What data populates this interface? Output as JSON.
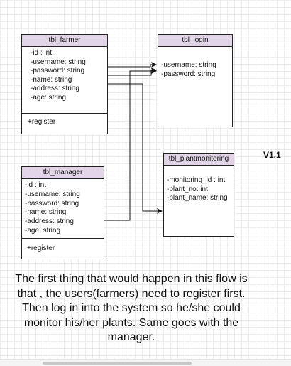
{
  "classes": {
    "farmer": {
      "title": "tbl_farmer",
      "attributes": [
        "-id : int",
        "-username: string",
        "-password: string",
        "-name: string",
        "-address: string",
        "-age: string"
      ],
      "operation": "+register"
    },
    "login": {
      "title": "tbl_login",
      "attributes": [
        "-username: string",
        "-password: string"
      ]
    },
    "monitoring": {
      "title": "tbl_plantmonitoring",
      "attributes": [
        "-monitoring_id : int",
        "-plant_no: int",
        "-plant_name: string"
      ]
    },
    "manager": {
      "title": "tbl_manager",
      "attributes": [
        "-id : int",
        "-username: string",
        "-password: string",
        "-name: string",
        "-address: string",
        "-age: string"
      ],
      "operation": "+register"
    }
  },
  "version": "V1.1",
  "note": "The first thing that would happen in this flow is that , the users(farmers) need to register first. Then log in into the system so he/she could monitor his/her plants. Same goes with the manager.",
  "colors": {
    "header_fill": "#e1d5e7",
    "stroke": "#222222",
    "grid": "#ececec"
  }
}
